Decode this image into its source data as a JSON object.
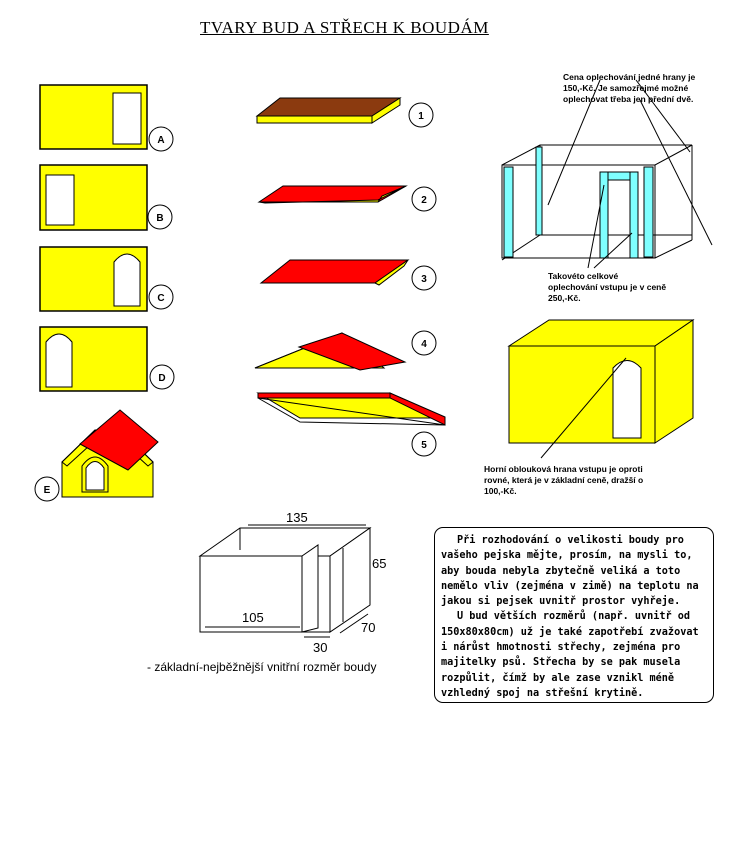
{
  "title": "TVARY BUD A STŘECH K BOUDÁM",
  "shapes": {
    "labels": [
      "A",
      "B",
      "C",
      "D",
      "E"
    ]
  },
  "roofs": {
    "labels": [
      "1",
      "2",
      "3",
      "4",
      "5"
    ]
  },
  "notes": {
    "edge_cost": "Cena oplechování jedné hrany je 150,-Kč. Je samozřejmé možné oplechovat třeba jen přední dvě.",
    "entrance_cost": "Takovéto celkové oplechování vstupu je v ceně 250,-Kč.",
    "arch_cost": "Horní oblouková hrana vstupu je oproti rovné, která je v základní ceně, dražší o 100,-Kč."
  },
  "dimensions": {
    "length": "135",
    "height": "65",
    "depth": "70",
    "entrance_width": "30",
    "inner_length": "105",
    "caption": "- základní-nejběžnější vnitřní rozměr boudy"
  },
  "textbox": {
    "paragraph1": "Při rozhodování o velikosti boudy pro vašeho pejska mějte, prosím, na mysli to, aby bouda nebyla zbytečně veliká a toto nemělo vliv (zejména v zimě) na teplotu na jakou si pejsek uvnitř prostor vyhřeje.",
    "paragraph2": "U bud větších rozměrů (např. uvnitř od 150x80x80cm) už je také zapotřebí zvažovat i nárůst hmotnosti střechy, zejména pro majitelky psů. Střecha by se pak musela rozpůlit, čímž by ale zase vznikl méně vzhledný spoj na střešní krytině."
  },
  "colors": {
    "wall": "#ffff00",
    "roof_red": "#ff0000",
    "roof_brown": "#8b3a0f",
    "metal_edge": "#7fffff"
  }
}
